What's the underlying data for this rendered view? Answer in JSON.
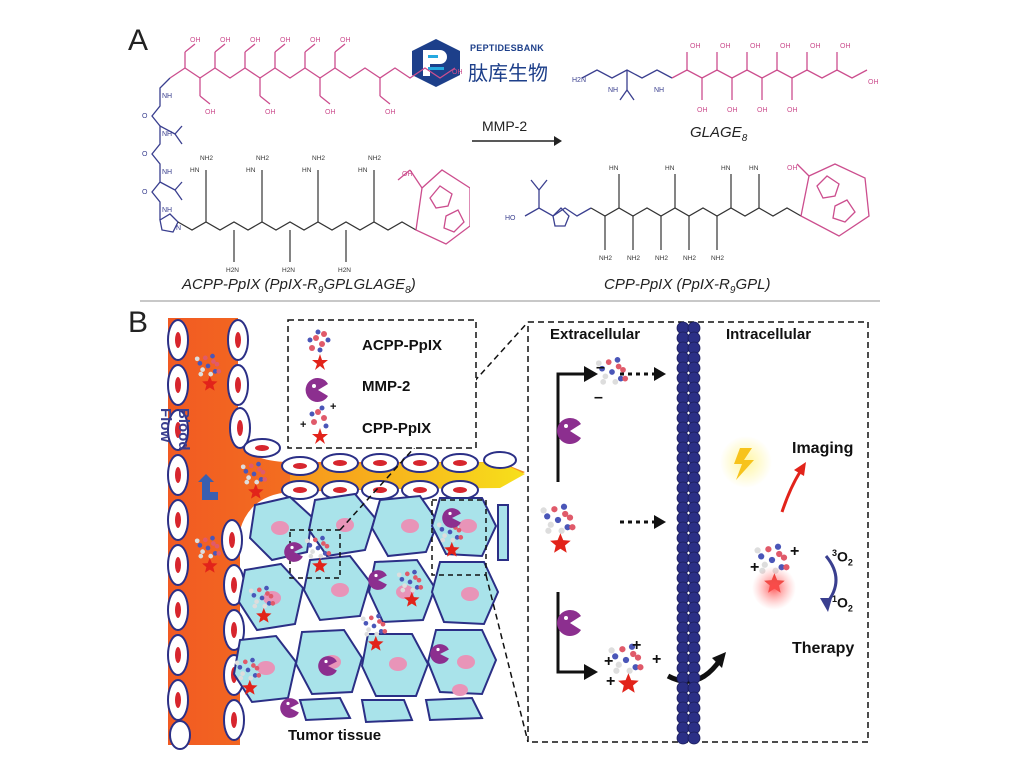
{
  "panelA": {
    "letter": "A",
    "logo_top": "PEPTIDESBANK",
    "logo_bottom": "肽库生物",
    "arrow_label": "MMP-2",
    "product_label": "GLAGE",
    "product_sub": "8",
    "left_caption_main": "ACPP-PpIX (PpIX-R",
    "left_caption_sub1": "9",
    "left_caption_mid": "GPLGLAGE",
    "left_caption_sub2": "8",
    "left_caption_end": ")",
    "right_caption_main": "CPP-PpIX (PpIX-R",
    "right_caption_sub": "9",
    "right_caption_end": "GPL)",
    "chem_labels": {
      "oh": "OH",
      "o": "O",
      "nh": "NH",
      "h2n": "H2N",
      "hn": "HN",
      "nh2": "NH2",
      "ho": "HO",
      "n": "N"
    }
  },
  "panelB": {
    "letter": "B",
    "legend": [
      "ACPP-PpIX",
      "MMP-2",
      "CPP-PpIX"
    ],
    "blood_flow": [
      "Blood",
      "Flow"
    ],
    "tumor_tissue": "Tumor tissue",
    "extracellular": "Extracellular",
    "intracellular": "Intracellular",
    "imaging": "Imaging",
    "therapy": "Therapy",
    "o2_triplet": "3O2",
    "o2_singlet": "1O2",
    "plus": "+",
    "minus": "–"
  },
  "colors": {
    "pink": "#cc4e8e",
    "navy": "#3a3f8f",
    "dark": "#333333",
    "vessel_orange": "#f26a21",
    "vessel_yellow": "#f3c21b",
    "cell_blue": "#a9e3ea",
    "nucleus_pink": "#e894b8",
    "mmp_purple": "#8c2f8f",
    "membrane": "#2b2f86",
    "star_red": "#e2231a"
  }
}
